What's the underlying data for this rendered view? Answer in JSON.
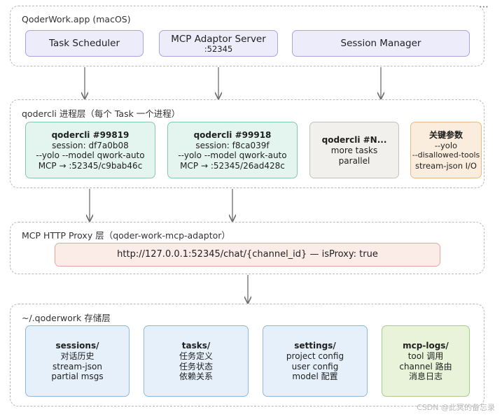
{
  "menu_label": "⋯",
  "layers": {
    "app": {
      "title": "QoderWork.app (macOS)",
      "boxes": [
        {
          "title": "Task Scheduler"
        },
        {
          "title": "MCP Adaptor Server",
          "line1": ":52345"
        },
        {
          "title": "Session Manager"
        }
      ]
    },
    "cli": {
      "title": "qodercli 进程层（每个 Task 一个进程）",
      "boxes": [
        {
          "title": "qodercli #99819",
          "line1": "session: df7a0b08",
          "line2": "--yolo --model qwork-auto",
          "line3": "MCP → :52345/c9bab46c"
        },
        {
          "title": "qodercli #99918",
          "line1": "session: f8ca039f",
          "line2": "--yolo --model qwork-auto",
          "line3": "MCP → :52345/26ad428c"
        },
        {
          "title": "qodercli #N...",
          "line1": "more tasks",
          "line2": "parallel"
        },
        {
          "title": "关键参数",
          "line1": "--yolo",
          "line2": "--disallowed-tools",
          "line3": "stream-json I/O"
        }
      ]
    },
    "proxy": {
      "title": "MCP HTTP Proxy 层（qoder-work-mcp-adaptor）",
      "box": {
        "title": "http://127.0.0.1:52345/chat/{channel_id} — isProxy: true"
      }
    },
    "storage": {
      "title": "~/.qoderwork 存储层",
      "boxes": [
        {
          "title": "sessions/",
          "line1": "对话历史",
          "line2": "stream-json",
          "line3": "partial msgs"
        },
        {
          "title": "tasks/",
          "line1": "任务定义",
          "line2": "任务状态",
          "line3": "依赖关系"
        },
        {
          "title": "settings/",
          "line1": "project config",
          "line2": "user config",
          "line3": "model 配置"
        },
        {
          "title": "mcp-logs/",
          "line1": "tool 调用",
          "line2": "channel 路由",
          "line3": "消息日志"
        }
      ]
    }
  },
  "watermark": "CSDN @此冥的备忘录"
}
